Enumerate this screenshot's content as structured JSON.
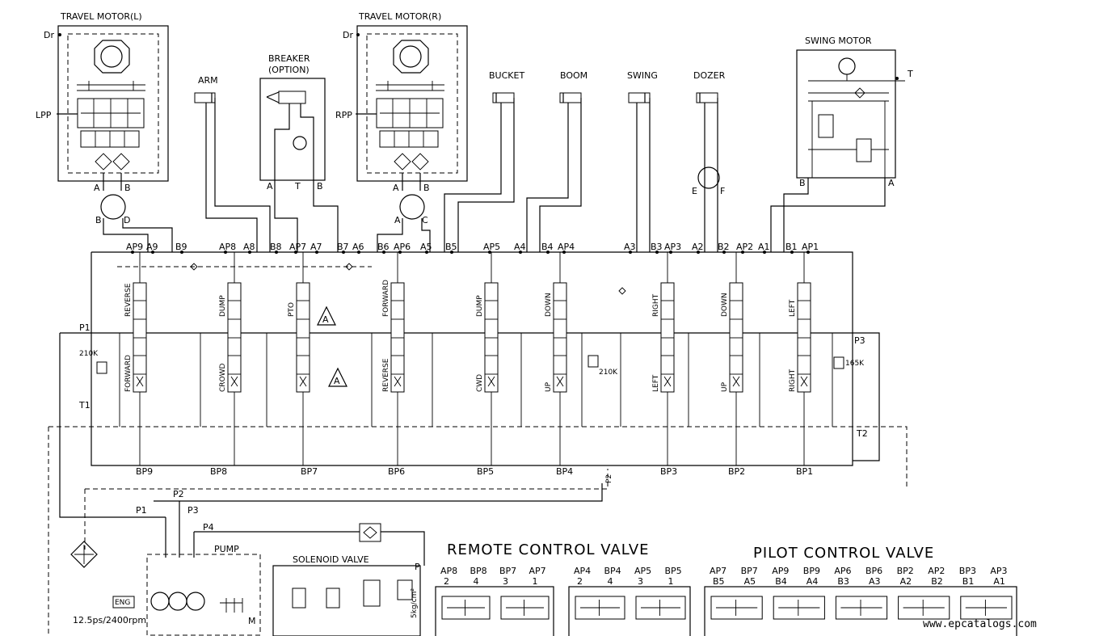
{
  "components": {
    "travel_motor_l": "TRAVEL MOTOR(L)",
    "travel_motor_r": "TRAVEL MOTOR(R)",
    "breaker": "BREAKER",
    "breaker_option": "(OPTION)",
    "arm": "ARM",
    "bucket": "BUCKET",
    "boom": "BOOM",
    "swing": "SWING",
    "dozer": "DOZER",
    "swing_motor": "SWING MOTOR",
    "pump": "PUMP",
    "solenoid_valve": "SOLENOID VALVE",
    "remote_control_valve": "REMOTE CONTROL VALVE",
    "pilot_control_valve": "PILOT CONTROL VALVE",
    "eng": "ENG",
    "engine_rating": "12.5ps/2400rpm",
    "pressure_5kg": "5kg/cm²"
  },
  "ports": {
    "dr": "Dr",
    "lpp": "LPP",
    "rpp": "RPP",
    "t": "T",
    "a": "A",
    "b": "B",
    "c": "C",
    "d": "D",
    "e": "E",
    "f": "F",
    "p1": "P1",
    "p2": "P2",
    "p3": "P3",
    "p4": "P4",
    "t1": "T1",
    "t2": "T2",
    "p": "P",
    "m": "M"
  },
  "top_ports": [
    "AP9",
    "A9",
    "B9",
    "AP8",
    "A8",
    "B8",
    "AP7",
    "A7",
    "B7",
    "A6",
    "B6",
    "AP6",
    "A5",
    "B5",
    "AP5",
    "A4",
    "B4",
    "AP4",
    "A3",
    "B3",
    "AP3",
    "A2",
    "B2",
    "AP2",
    "A1",
    "B1",
    "AP1"
  ],
  "bottom_ports": [
    "BP9",
    "BP8",
    "BP7",
    "BP6",
    "BP5",
    "BP4",
    "BP3",
    "BP2",
    "BP1"
  ],
  "spools": [
    {
      "top": "REVERSE",
      "bottom": "FORWARD"
    },
    {
      "top": "DUMP",
      "bottom": "CROWD"
    },
    {
      "top": "PTO",
      "bottom": ""
    },
    {
      "top": "FORWARD",
      "bottom": "REVERSE"
    },
    {
      "top": "DUMP",
      "bottom": "CWD"
    },
    {
      "top": "DOWN",
      "bottom": "UP"
    },
    {
      "top": "RIGHT",
      "bottom": "LEFT"
    },
    {
      "top": "DOWN",
      "bottom": "UP"
    },
    {
      "top": "LEFT",
      "bottom": "RIGHT"
    }
  ],
  "relief_settings": {
    "r1": "210K",
    "r2": "210K",
    "r3": "165K"
  },
  "warning_marker": "A",
  "remote_ports_1": {
    "top": [
      "AP8",
      "BP8",
      "BP7",
      "AP7"
    ],
    "bottom": [
      "2",
      "4",
      "3",
      "1"
    ]
  },
  "remote_ports_2": {
    "top": [
      "AP4",
      "BP4",
      "AP5",
      "BP5"
    ],
    "bottom": [
      "2",
      "4",
      "3",
      "1"
    ]
  },
  "pilot_ports": {
    "top": [
      "AP7",
      "BP7",
      "AP9",
      "BP9",
      "AP6",
      "BP6",
      "BP2",
      "AP2",
      "BP3",
      "AP3"
    ],
    "bottom": [
      "B5",
      "A5",
      "B4",
      "A4",
      "B3",
      "A3",
      "A2",
      "B2",
      "B1",
      "A1"
    ]
  },
  "watermark": "www.epcatalogs.com"
}
